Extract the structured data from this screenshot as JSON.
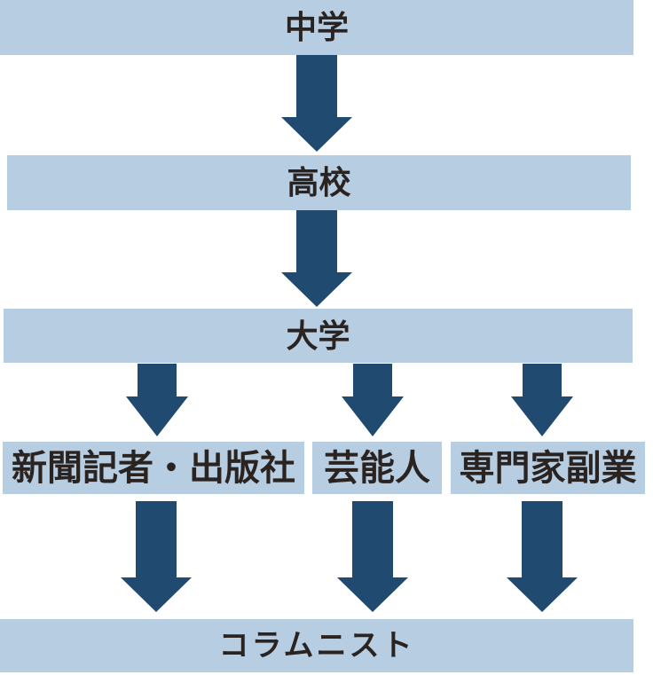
{
  "colors": {
    "bar_bg": "#B7CEE2",
    "arrow": "#204A70",
    "text": "#2B2320"
  },
  "flowchart": {
    "stages": {
      "middle_school": "中学",
      "high_school": "高校",
      "university": "大学",
      "columnist": "コラムニスト"
    },
    "branches": [
      {
        "label": "新聞記者・出版社"
      },
      {
        "label": "芸能人"
      },
      {
        "label": "専門家副業"
      }
    ],
    "icons": {
      "arrow": "down-block-arrow"
    }
  }
}
